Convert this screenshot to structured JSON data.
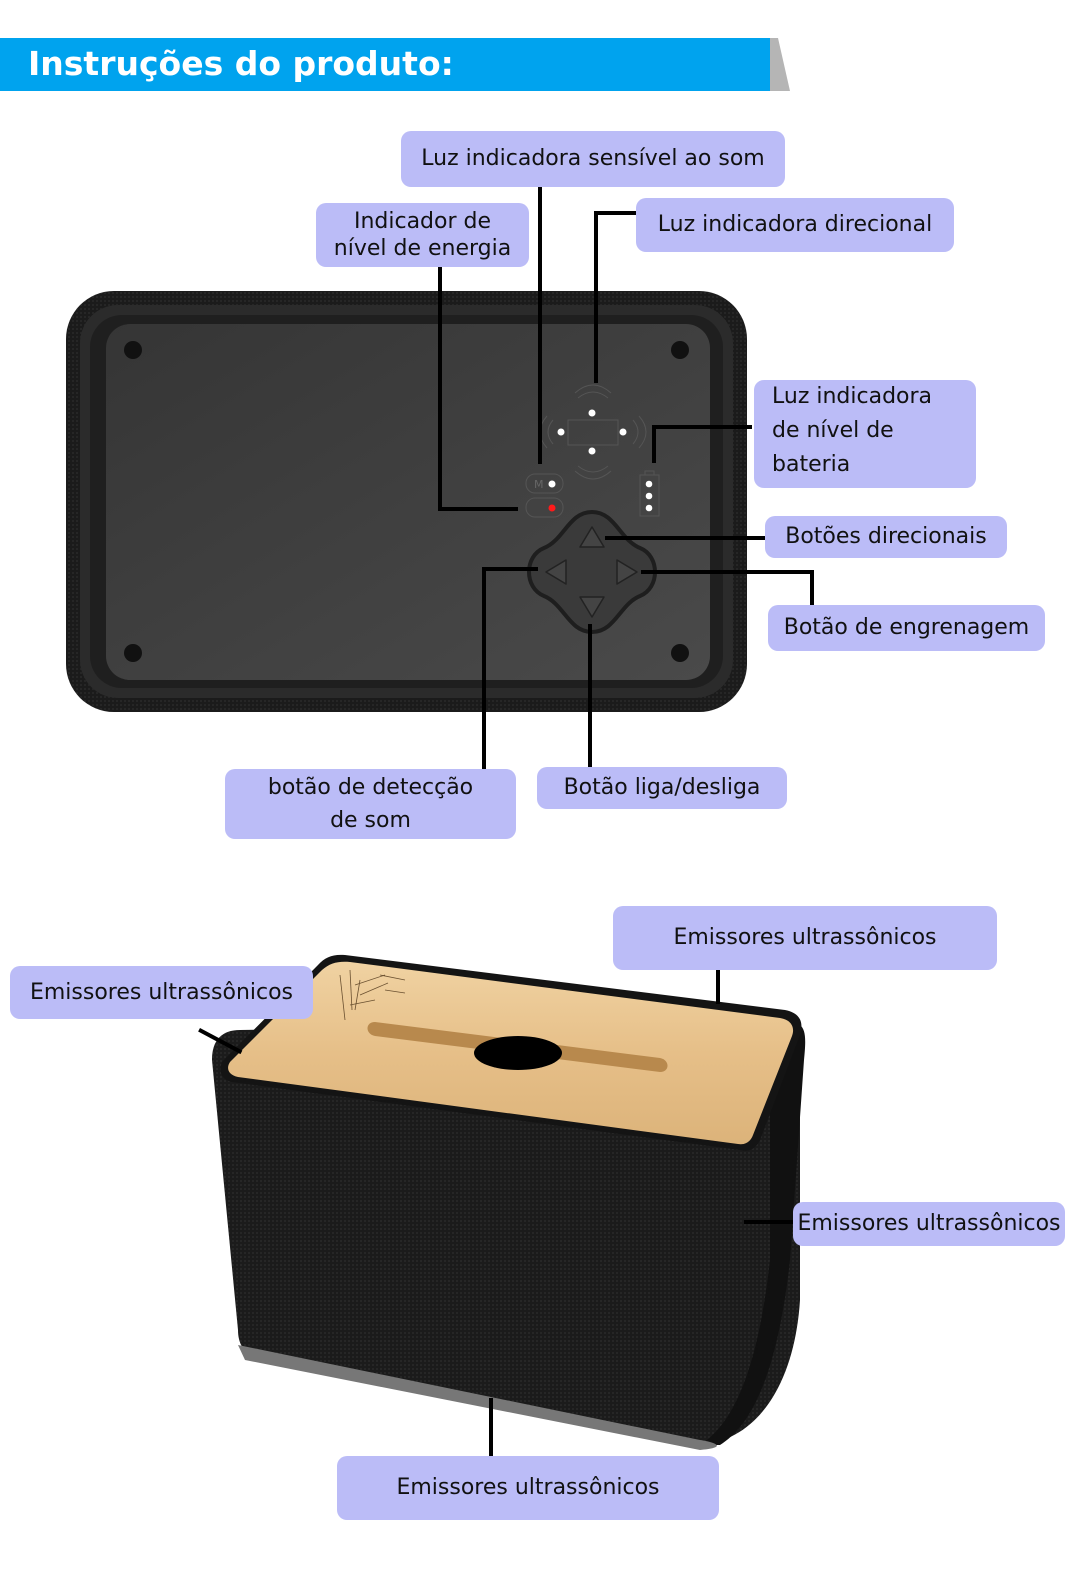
{
  "header": {
    "title": "Instruções do produto:",
    "bar_color": "#00a3ee",
    "tail_color": "#b5b5b5"
  },
  "colors": {
    "label_bg": "#bbbcf7",
    "device_body": "#1a1a1a",
    "device_panel": "#3c3c3c",
    "wood_top": "#e8c28e",
    "indicator_red": "#ff1a1a"
  },
  "top_view": {
    "labels": {
      "sound_light": "Luz indicadora sensível ao som",
      "energy_indicator_line1": "Indicador de",
      "energy_indicator_line2": "nível de energia",
      "directional_light": "Luz indicadora direcional",
      "battery_light_line1": "Luz indicadora",
      "battery_light_line2": "de nível de",
      "battery_light_line3": "bateria",
      "directional_buttons": "Botões direcionais",
      "gear_button": "Botão de engrenagem",
      "sound_detection_line1": "botão de detecção",
      "sound_detection_line2": "de som",
      "power_button": "Botão liga/desliga"
    },
    "indicator_glyphs": {
      "mode": "M",
      "power": "⏻"
    },
    "battery_leds": 3,
    "direction_leds": 4
  },
  "side_view": {
    "labels": {
      "top_right": "Emissores ultrassônicos",
      "top_left": "Emissores ultrassônicos",
      "right": "Emissores ultrassônicos",
      "bottom": "Emissores ultrassônicos"
    }
  }
}
